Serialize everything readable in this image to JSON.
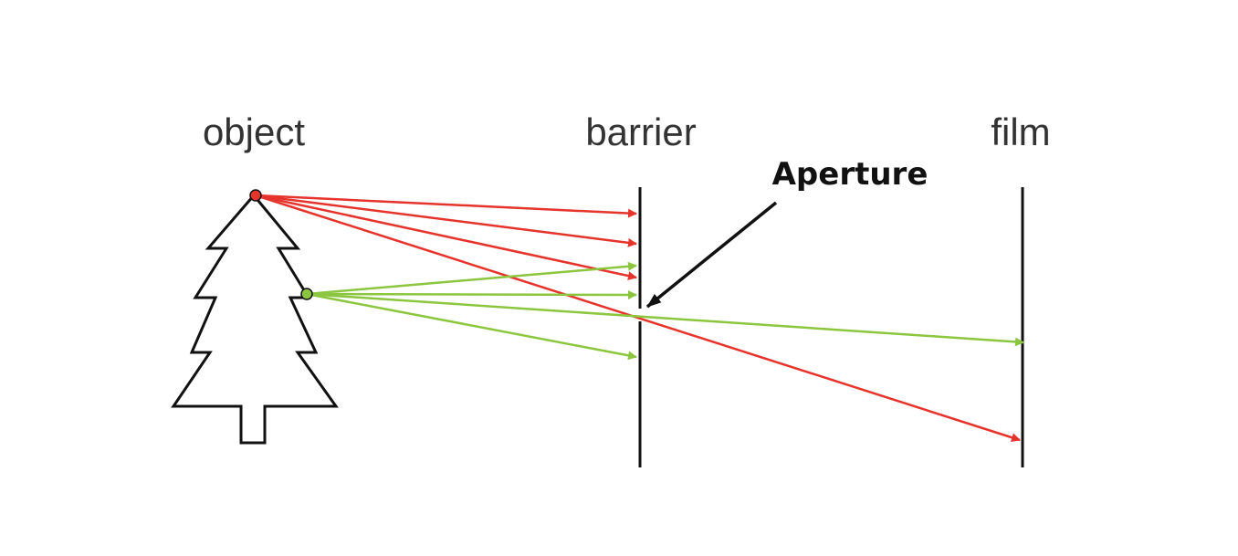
{
  "labels": {
    "object": "object",
    "barrier": "barrier",
    "film": "film",
    "aperture": "Aperture"
  },
  "colors": {
    "ray_top": "#e5342b",
    "ray_middle": "#8cc63f",
    "line": "#111111",
    "tree_outline": "#111111"
  }
}
